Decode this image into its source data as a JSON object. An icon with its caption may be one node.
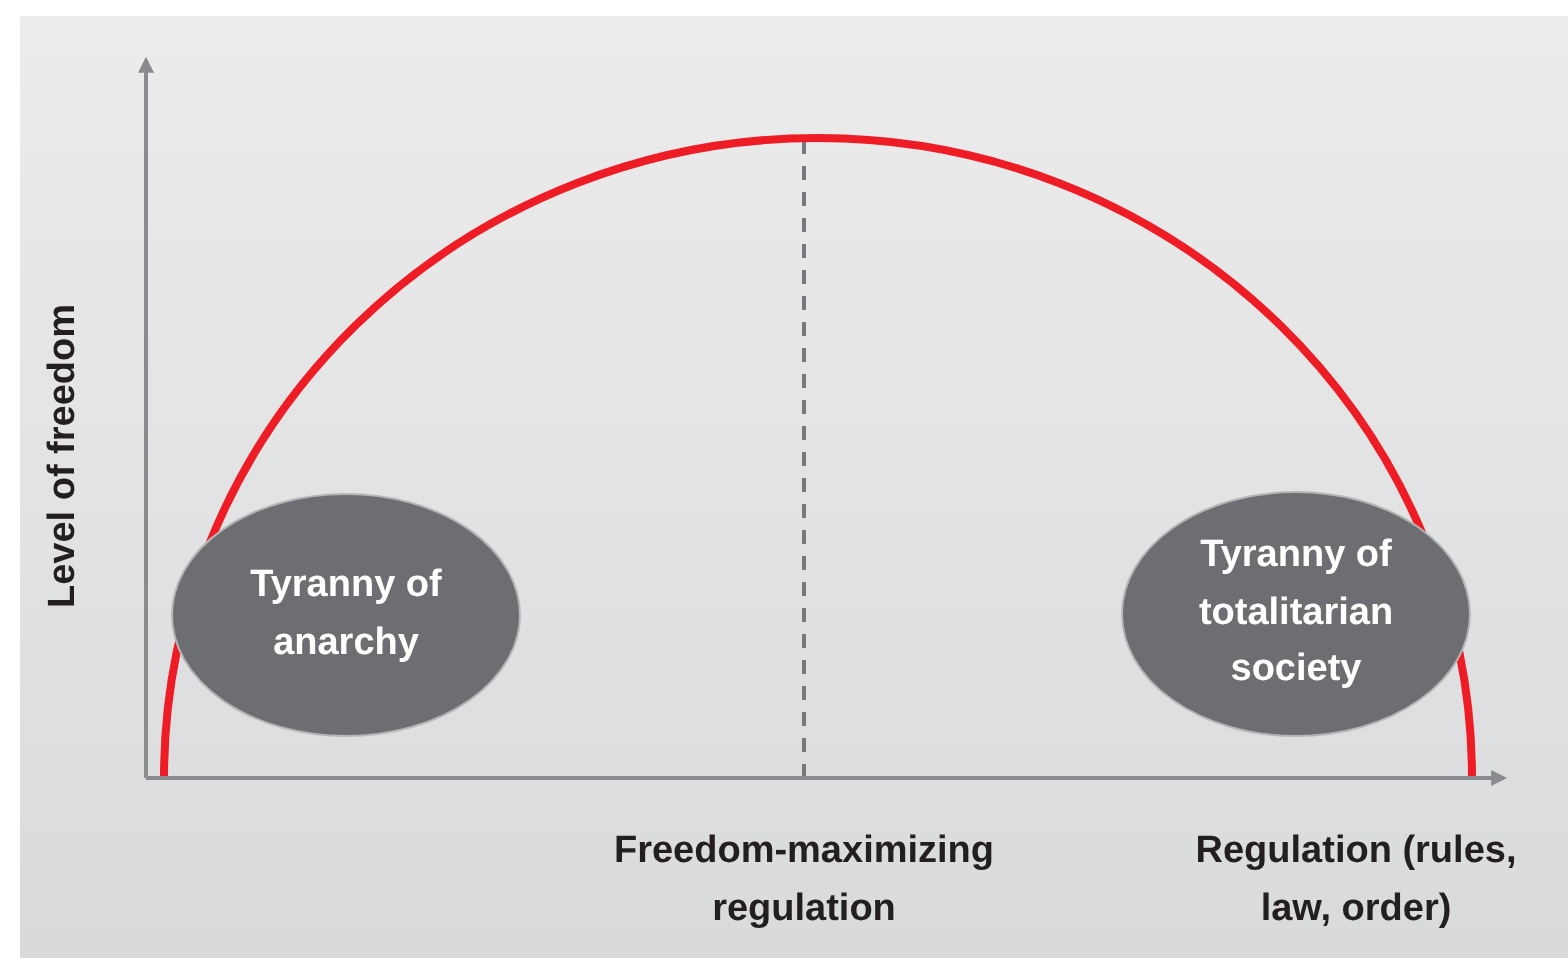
{
  "diagram": {
    "nodes": [
      {
        "text": [
          "Tyranny of anarchy"
        ]
      },
      {
        "text": [
          "Tyranny of totalitarian society"
        ]
      }
    ],
    "labels": [
      "Level of freedom",
      "Freedom-maximizing regulation",
      "Regulation (rules, law, order)"
    ]
  }
}
